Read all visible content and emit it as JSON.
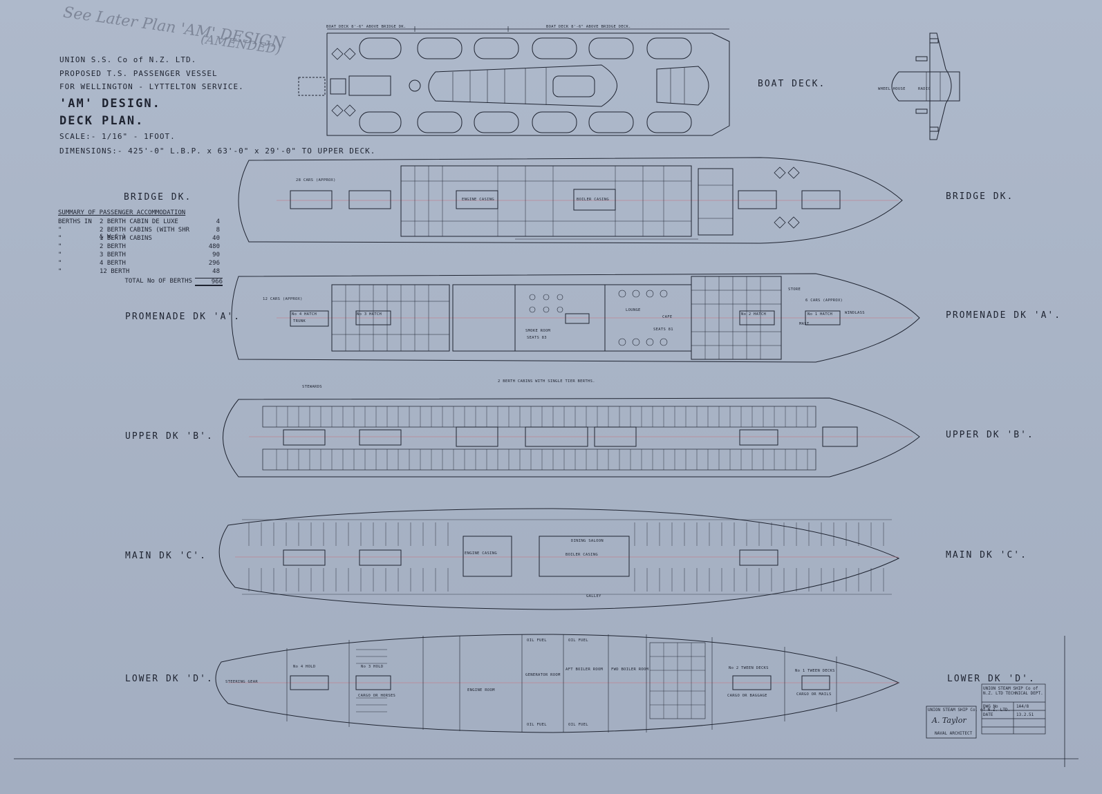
{
  "title_block": {
    "company": "UNION S.S. Co of N.Z. LTD.",
    "proposed": "PROPOSED T.S. PASSENGER VESSEL",
    "service": "FOR WELLINGTON - LYTTELTON SERVICE.",
    "design": "'AM' DESIGN.",
    "plan": "DECK PLAN.",
    "scale": "SCALE:- 1/16\" - 1FOOT.",
    "dimensions": "DIMENSIONS:- 425'-0\" L.B.P. x 63'-0\" x 29'-0\" TO UPPER DECK."
  },
  "annotation": {
    "handwritten": "See Later Plan 'AM' DESIGN",
    "amended": "(AMENDED)"
  },
  "decks": {
    "boat": "BOAT DECK.",
    "bridge_left": "BRIDGE DK.",
    "bridge_right": "BRIDGE DK.",
    "promenade_left": "PROMENADE DK 'A'.",
    "promenade_right": "PROMENADE DK 'A'.",
    "upper_left": "UPPER DK 'B'.",
    "upper_right": "UPPER DK 'B'.",
    "main_left": "MAIN DK 'C'.",
    "main_right": "MAIN DK 'C'.",
    "lower_left": "LOWER DK 'D'.",
    "lower_right": "LOWER DK 'D'."
  },
  "summary": {
    "heading": "SUMMARY OF PASSENGER ACCOMMODATION",
    "berths_in": "BERTHS IN",
    "rows": [
      {
        "label": "2 BERTH CABIN DE LUXE",
        "value": "4"
      },
      {
        "label": "2 BERTH CABINS (WITH SHR & W.C.)",
        "value": "8"
      },
      {
        "label": "1 BERTH CABINS",
        "value": "40"
      },
      {
        "label": "2 BERTH",
        "value": "480"
      },
      {
        "label": "3 BERTH",
        "value": "90"
      },
      {
        "label": "4 BERTH",
        "value": "296"
      },
      {
        "label": "12 BERTH",
        "value": "48"
      }
    ],
    "total_label": "TOTAL No OF BERTHS",
    "total_value": "966"
  },
  "plan_labels": {
    "boat_deck_note": "BOAT DECK 8'-6\" ABOVE BRIDGE DK.",
    "boat_deck_note2": "BOAT DECK 8'-6\" ABOVE BRIDGE DECK.",
    "cars_bridge": "28 CARS (APPROX)",
    "cars_prom": "12 CARS (APPROX)",
    "cars_prom_fwd": "6 CARS (APPROX)",
    "engine_casing": "ENGINE CASING",
    "boiler_casing": "BOILER CASING",
    "smoke_room": "SMOKE ROOM",
    "lounge": "LOUNGE",
    "cafe": "CAFE",
    "dining_saloon": "DINING SALOON",
    "galley": "GALLEY",
    "no4_hatch": "No 4 HATCH",
    "no3_hatch": "No 3 HATCH",
    "no2_hatch": "No 2 HATCH",
    "no1_hatch": "No 1 HATCH",
    "trunk": "TRUNK",
    "cabins_note": "2 BERTH CABINS WITH SINGLE TIER BERTHS.",
    "stewards": "STEWARDS",
    "engine_room": "ENGINE ROOM",
    "generator_room": "GENERATOR ROOM",
    "boiler_room": "AFT BOILER ROOM",
    "fwd_boiler_room": "FWD BOILER ROOM",
    "cargo_holds": "CARGO OR HORSES",
    "cargo_baggage": "CARGO OR BAGGAGE",
    "cargo_mails": "CARGO OR MAILS",
    "oil_fuel": "OIL FUEL",
    "no4_hold": "No 4 HOLD",
    "no3_hold": "No 3 HOLD",
    "no2_tween": "No 2 TWEEN DECKS",
    "no1_tween": "No 1 TWEEN DECKS",
    "steering_gear": "STEERING GEAR",
    "windlass": "WINDLASS",
    "wheel_house": "WHEEL HOUSE",
    "radio": "RADIO",
    "store": "STORE",
    "mast": "MAST",
    "seats": "SEATS 81",
    "seats_smoke": "SEATS 83"
  },
  "approval_box": {
    "line1": "UNION STEAM SHIP Co. of N.Z. LTD.",
    "signature": "A. Taylor",
    "role": "NAVAL ARCHITECT"
  },
  "record_table": {
    "header": "UNION STEAM SHIP Co of N.Z. LTD TECHNICAL DEPT.",
    "drawing_no_label": "DWG No",
    "drawing_no": "1A4/8",
    "date_label": "DATE",
    "date": "13.2.51"
  },
  "colors": {
    "paper": "#a9b4c6",
    "ink": "#1e2330",
    "centerline": "#c9707c"
  }
}
